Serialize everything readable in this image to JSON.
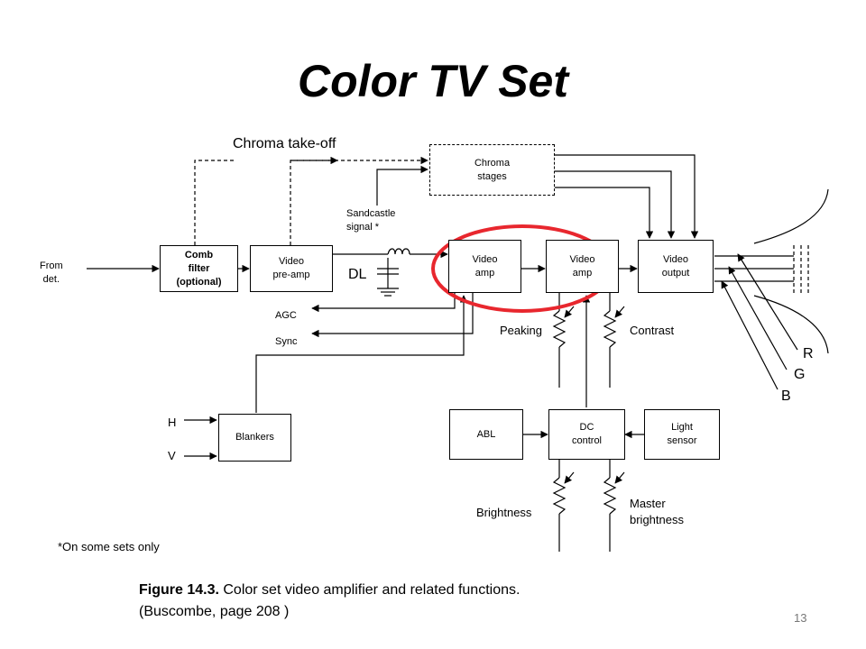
{
  "slide": {
    "title": "Color TV Set",
    "page_number": "13"
  },
  "diagram": {
    "blocks": {
      "comb_filter": "Comb\nfilter\n(optional)",
      "video_preamp": "Video\npre-amp",
      "chroma_stages": "Chroma\nstages",
      "video_amp_1": "Video\namp",
      "video_amp_2": "Video\namp",
      "video_output": "Video\noutput",
      "blankers": "Blankers",
      "abl": "ABL",
      "dc_control": "DC\ncontrol",
      "light_sensor": "Light\nsensor"
    },
    "labels": {
      "from_det": "From\ndet.",
      "chroma_takeoff": "Chroma take-off",
      "sandcastle": "Sandcastle\nsignal *",
      "dl": "DL",
      "agc": "AGC",
      "sync": "Sync",
      "peaking": "Peaking",
      "contrast": "Contrast",
      "h": "H",
      "v": "V",
      "r": "R",
      "g": "G",
      "b": "B",
      "brightness": "Brightness",
      "master_brightness": "Master\nbrightness",
      "footnote": "*On some sets only"
    },
    "highlight_color": "#e8272e"
  },
  "caption": {
    "figure_label": "Figure 14.3.",
    "text": " Color set video amplifier and related functions.",
    "source": "(Buscombe, page 208 )"
  }
}
